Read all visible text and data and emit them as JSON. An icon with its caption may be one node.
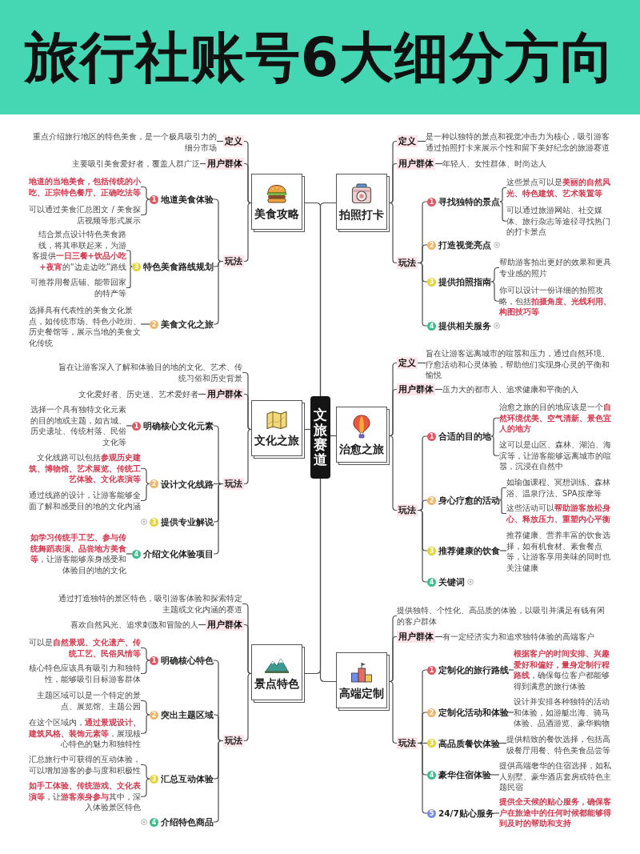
{
  "diagram": {
    "title": "旅行社账号6大细分方向",
    "nodes": [
      {
        "text": [
          "文旅赛道"
        ]
      },
      {
        "text": [
          "美食攻略"
        ]
      },
      {
        "text": [
          "定义"
        ]
      },
      {
        "text": [
          "重点介绍旅行地区的特色美食，是一个极具吸引力的细分市场"
        ]
      },
      {
        "text": [
          "用户群体"
        ]
      },
      {
        "text": [
          "主要吸引美食爱好者，覆盖人群广泛"
        ]
      },
      {
        "text": [
          "玩法"
        ]
      },
      {
        "text": [
          "1",
          "地道美食体验"
        ]
      },
      {
        "text": [
          "地道的当地美食，包括传统的小吃、正宗特色餐厅、正确吃法等"
        ]
      },
      {
        "text": [
          "可以通过美食汇总图文 / 美食探店视频等形式展示"
        ]
      },
      {
        "text": [
          "3",
          "特色美食路线规划"
        ]
      },
      {
        "text": [
          "结合景点设计特色美食路线，将其串联起来，为游客提供**一日三餐+饮品小吃+夜宵**的“边走边吃”路线"
        ]
      },
      {
        "text": [
          "可推荐用餐店铺、能带回家的特产等"
        ]
      },
      {
        "text": [
          "2",
          "美食文化之旅"
        ]
      },
      {
        "text": [
          "选择具有代表性的美食文化景点，如传统市场、特色小吃街、历史餐馆等，展示当地的美食文化传统"
        ]
      },
      {
        "text": [
          "拍照打卡"
        ]
      },
      {
        "text": [
          "定义"
        ]
      },
      {
        "text": [
          "是一种以独特的景点和视觉冲击力为核心，吸引游客通过拍照打卡来展示个性和留下美好纪念的旅游赛道"
        ]
      },
      {
        "text": [
          "用户群体"
        ]
      },
      {
        "text": [
          "年轻人、女性群体、时尚达人"
        ]
      },
      {
        "text": [
          "玩法"
        ]
      },
      {
        "text": [
          "1",
          "寻找独特的景点"
        ]
      },
      {
        "text": [
          "这些景点可以是**美丽的自然风光、特色建筑、艺术装置等**"
        ]
      },
      {
        "text": [
          "可以通过旅游网站、社交媒体、旅行杂志等途径寻找热门的打卡景点"
        ]
      },
      {
        "text": [
          "2",
          "打造视觉亮点"
        ]
      },
      {
        "text": [
          "3",
          "提供拍照指南"
        ]
      },
      {
        "text": [
          "帮助游客拍出更好的效果和更具专业感的照片"
        ]
      },
      {
        "text": [
          "你可以设计一份详细的拍照攻略，包括**拍摄角度、光线利用、构图技巧等**"
        ]
      },
      {
        "text": [
          "4",
          "提供相关服务"
        ]
      },
      {
        "text": [
          "文化之旅"
        ]
      },
      {
        "text": [
          "旨在让游客深入了解和体验目的地的文化、艺术、传统习俗和历史背景"
        ]
      },
      {
        "text": [
          "用户群体"
        ]
      },
      {
        "text": [
          "文化爱好者、历史迷、艺术爱好者"
        ]
      },
      {
        "text": [
          "玩法"
        ]
      },
      {
        "text": [
          "1",
          "明确核心文化元素"
        ]
      },
      {
        "text": [
          "选择一个具有独特文化元素的目的地或主题，如古城、历史遗址、传统村落、民俗文化等"
        ]
      },
      {
        "text": [
          "2",
          "设计文化线路"
        ]
      },
      {
        "text": [
          "文化线路可以包括**参观历史建筑、博物馆、艺术展览、传统工艺体验、文化表演等**"
        ]
      },
      {
        "text": [
          "通过线路的设计，让游客能够全面了解和感受目的地的文化内涵"
        ]
      },
      {
        "text": [
          "3",
          "提供专业解说"
        ]
      },
      {
        "text": [
          "4",
          "介绍文化体验项目"
        ]
      },
      {
        "text": [
          "**如学习传统手工艺、参与传统舞蹈表演、品尝地方美食等**，让游客能够亲身感受和体验目的地的文化"
        ]
      },
      {
        "text": [
          "治愈之旅"
        ]
      },
      {
        "text": [
          "定义"
        ]
      },
      {
        "text": [
          "旨在让游客远离城市的喧嚣和压力，通过自然环境、疗愈活动和心灵体验，帮助他们实现身心灵的平衡和愉悦"
        ]
      },
      {
        "text": [
          "用户群体"
        ]
      },
      {
        "text": [
          "压力大的都市人、追求健康和平衡的人"
        ]
      },
      {
        "text": [
          "玩法"
        ]
      },
      {
        "text": [
          "1",
          "合适的目的地"
        ]
      },
      {
        "text": [
          "治愈之旅的目的地应该是一个**自然环境优美、空气清新、景色宜人的地方**"
        ]
      },
      {
        "text": [
          "这可以是山区、森林、湖泊、海滨等，让游客能够远离城市的喧嚣，沉浸在自然中"
        ]
      },
      {
        "text": [
          "2",
          "身心疗愈的活动"
        ]
      },
      {
        "text": [
          "如瑜伽课程、冥想训练、森林浴、温泉疗法、SPA按摩等"
        ]
      },
      {
        "text": [
          "这些活动可以**帮助游客放松身心、释放压力、重塑内心平衡**"
        ]
      },
      {
        "text": [
          "3",
          "推荐健康的饮食"
        ]
      },
      {
        "text": [
          "推荐健康、营养丰富的饮食选择，如有机食材、素食餐点等，让游客享用美味的同时也关注健康"
        ]
      },
      {
        "text": [
          "4",
          "关键词"
        ]
      },
      {
        "text": [
          "景点特色"
        ]
      },
      {
        "text": [
          "通过打造独特的景区特色，吸引游客体验和探索特定主题或文化内涵的赛道"
        ]
      },
      {
        "text": [
          "用户群体"
        ]
      },
      {
        "text": [
          "喜欢自然风光、追求刺激和冒险的人"
        ]
      },
      {
        "text": [
          "玩法"
        ]
      },
      {
        "text": [
          "1",
          "明确核心特色"
        ]
      },
      {
        "text": [
          "可以是**自然景观、文化遗产、传统工艺、民俗风情等**"
        ]
      },
      {
        "text": [
          "核心特色应该具有吸引力和独特性，能够吸引目标游客群体"
        ]
      },
      {
        "text": [
          "2",
          "突出主题区域"
        ]
      },
      {
        "text": [
          "主题区域可以是一个特定的景点、展览馆、主题公园"
        ]
      },
      {
        "text": [
          "在这个区域内，**通过景观设计、建筑风格、装饰元素等**，展现核心特色的魅力和独特性"
        ]
      },
      {
        "text": [
          "3",
          "汇总互动体验"
        ]
      },
      {
        "text": [
          "汇总旅行中可获得的互动体验，可以增加游客的参与度和积极性"
        ]
      },
      {
        "text": [
          "**如手工体验、传统游戏、文化表演等**，让**游客亲身参与**其中，深入体验景区特色"
        ]
      },
      {
        "text": [
          "4",
          "介绍特色商品"
        ]
      },
      {
        "text": [
          "高端定制"
        ]
      },
      {
        "text": [
          "提供独特、个性化、高品质的体验，以吸引并满足有钱有闲的客户群体"
        ]
      },
      {
        "text": [
          "用户群体"
        ]
      },
      {
        "text": [
          "有一定经济实力和追求独特体验的高端客户"
        ]
      },
      {
        "text": [
          "玩法"
        ]
      },
      {
        "text": [
          "1",
          "定制化的旅行路线"
        ]
      },
      {
        "text": [
          "**根据客户的时间安排、兴趣爱好和偏好，量身定制行程路线**，确保每位客户都能够得到满意的旅行体验"
        ]
      },
      {
        "text": [
          "2",
          "定制化活动和体验"
        ]
      },
      {
        "text": [
          "设计并安排各种独特的活动和体验，如游艇出海、骑马体验、品酒游览、豪华购物"
        ]
      },
      {
        "text": [
          "3",
          "高品质餐饮体验"
        ]
      },
      {
        "text": [
          "提供精致的餐饮选择，包括高级餐厅用餐、特色美食品尝等"
        ]
      },
      {
        "text": [
          "4",
          "豪华住宿体验"
        ]
      },
      {
        "text": [
          "提供高端奢华的住宿选择，如私人别墅、豪华酒店套房或特色主题民宿"
        ]
      },
      {
        "text": [
          "5",
          "24/7贴心服务"
        ]
      },
      {
        "text": [
          "提供全天候的贴心服务，确保客户在旅途中的任何时候都能够得到及时的帮助和支持"
        ]
      }
    ],
    "edges": [
      {
        "from": 0,
        "to": 1,
        "arrow": "none"
      },
      {
        "from": 1,
        "to": 2,
        "arrow": "none"
      },
      {
        "from": 2,
        "to": 3,
        "arrow": "none"
      },
      {
        "from": 1,
        "to": 4,
        "arrow": "none"
      },
      {
        "from": 4,
        "to": 5,
        "arrow": "none"
      },
      {
        "from": 1,
        "to": 6,
        "arrow": "none"
      },
      {
        "from": 6,
        "to": 7,
        "arrow": "none"
      },
      {
        "from": 7,
        "to": 8,
        "arrow": "none"
      },
      {
        "from": 7,
        "to": 9,
        "arrow": "none"
      },
      {
        "from": 6,
        "to": 10,
        "arrow": "none"
      },
      {
        "from": 10,
        "to": 11,
        "arrow": "none"
      },
      {
        "from": 10,
        "to": 12,
        "arrow": "none"
      },
      {
        "from": 6,
        "to": 13,
        "arrow": "none"
      },
      {
        "from": 13,
        "to": 14,
        "arrow": "none"
      },
      {
        "from": 0,
        "to": 15,
        "arrow": "none"
      },
      {
        "from": 15,
        "to": 16,
        "arrow": "none"
      },
      {
        "from": 16,
        "to": 17,
        "arrow": "none"
      },
      {
        "from": 15,
        "to": 18,
        "arrow": "none"
      },
      {
        "from": 18,
        "to": 19,
        "arrow": "none"
      },
      {
        "from": 15,
        "to": 20,
        "arrow": "none"
      },
      {
        "from": 20,
        "to": 21,
        "arrow": "none"
      },
      {
        "from": 21,
        "to": 22,
        "arrow": "none"
      },
      {
        "from": 21,
        "to": 23,
        "arrow": "none"
      },
      {
        "from": 20,
        "to": 24,
        "arrow": "none"
      },
      {
        "from": 20,
        "to": 25,
        "arrow": "none"
      },
      {
        "from": 25,
        "to": 26,
        "arrow": "none"
      },
      {
        "from": 25,
        "to": 27,
        "arrow": "none"
      },
      {
        "from": 20,
        "to": 28,
        "arrow": "none"
      },
      {
        "from": 0,
        "to": 29,
        "arrow": "none"
      },
      {
        "from": 29,
        "to": 30,
        "arrow": "none"
      },
      {
        "from": 29,
        "to": 31,
        "arrow": "none"
      },
      {
        "from": 31,
        "to": 32,
        "arrow": "none"
      },
      {
        "from": 29,
        "to": 33,
        "arrow": "none"
      },
      {
        "from": 33,
        "to": 34,
        "arrow": "none"
      },
      {
        "from": 34,
        "to": 35,
        "arrow": "none"
      },
      {
        "from": 33,
        "to": 36,
        "arrow": "none"
      },
      {
        "from": 36,
        "to": 37,
        "arrow": "none"
      },
      {
        "from": 36,
        "to": 38,
        "arrow": "none"
      },
      {
        "from": 33,
        "to": 39,
        "arrow": "none"
      },
      {
        "from": 33,
        "to": 40,
        "arrow": "none"
      },
      {
        "from": 40,
        "to": 41,
        "arrow": "none"
      },
      {
        "from": 0,
        "to": 42,
        "arrow": "none"
      },
      {
        "from": 42,
        "to": 43,
        "arrow": "none"
      },
      {
        "from": 43,
        "to": 44,
        "arrow": "none"
      },
      {
        "from": 42,
        "to": 45,
        "arrow": "none"
      },
      {
        "from": 45,
        "to": 46,
        "arrow": "none"
      },
      {
        "from": 42,
        "to": 47,
        "arrow": "none"
      },
      {
        "from": 47,
        "to": 48,
        "arrow": "none"
      },
      {
        "from": 48,
        "to": 49,
        "arrow": "none"
      },
      {
        "from": 48,
        "to": 50,
        "arrow": "none"
      },
      {
        "from": 47,
        "to": 51,
        "arrow": "none"
      },
      {
        "from": 51,
        "to": 52,
        "arrow": "none"
      },
      {
        "from": 51,
        "to": 53,
        "arrow": "none"
      },
      {
        "from": 47,
        "to": 54,
        "arrow": "none"
      },
      {
        "from": 54,
        "to": 55,
        "arrow": "none"
      },
      {
        "from": 47,
        "to": 56,
        "arrow": "none"
      },
      {
        "from": 0,
        "to": 57,
        "arrow": "none"
      },
      {
        "from": 57,
        "to": 58,
        "arrow": "none"
      },
      {
        "from": 57,
        "to": 59,
        "arrow": "none"
      },
      {
        "from": 59,
        "to": 60,
        "arrow": "none"
      },
      {
        "from": 57,
        "to": 61,
        "arrow": "none"
      },
      {
        "from": 61,
        "to": 62,
        "arrow": "none"
      },
      {
        "from": 62,
        "to": 63,
        "arrow": "none"
      },
      {
        "from": 62,
        "to": 64,
        "arrow": "none"
      },
      {
        "from": 61,
        "to": 65,
        "arrow": "none"
      },
      {
        "from": 65,
        "to": 66,
        "arrow": "none"
      },
      {
        "from": 65,
        "to": 67,
        "arrow": "none"
      },
      {
        "from": 61,
        "to": 68,
        "arrow": "none"
      },
      {
        "from": 68,
        "to": 69,
        "arrow": "none"
      },
      {
        "from": 68,
        "to": 70,
        "arrow": "none"
      },
      {
        "from": 61,
        "to": 71,
        "arrow": "none"
      },
      {
        "from": 0,
        "to": 72,
        "arrow": "none"
      },
      {
        "from": 72,
        "to": 73,
        "arrow": "none"
      },
      {
        "from": 72,
        "to": 74,
        "arrow": "none"
      },
      {
        "from": 74,
        "to": 75,
        "arrow": "none"
      },
      {
        "from": 72,
        "to": 76,
        "arrow": "none"
      },
      {
        "from": 76,
        "to": 77,
        "arrow": "none"
      },
      {
        "from": 77,
        "to": 78,
        "arrow": "none"
      },
      {
        "from": 76,
        "to": 79,
        "arrow": "none"
      },
      {
        "from": 79,
        "to": 80,
        "arrow": "none"
      },
      {
        "from": 76,
        "to": 81,
        "arrow": "none"
      },
      {
        "from": 81,
        "to": 82,
        "arrow": "none"
      },
      {
        "from": 76,
        "to": 83,
        "arrow": "none"
      },
      {
        "from": 83,
        "to": 84,
        "arrow": "none"
      },
      {
        "from": 76,
        "to": 85,
        "arrow": "none"
      },
      {
        "from": 85,
        "to": 86,
        "arrow": "none"
      }
    ]
  }
}
